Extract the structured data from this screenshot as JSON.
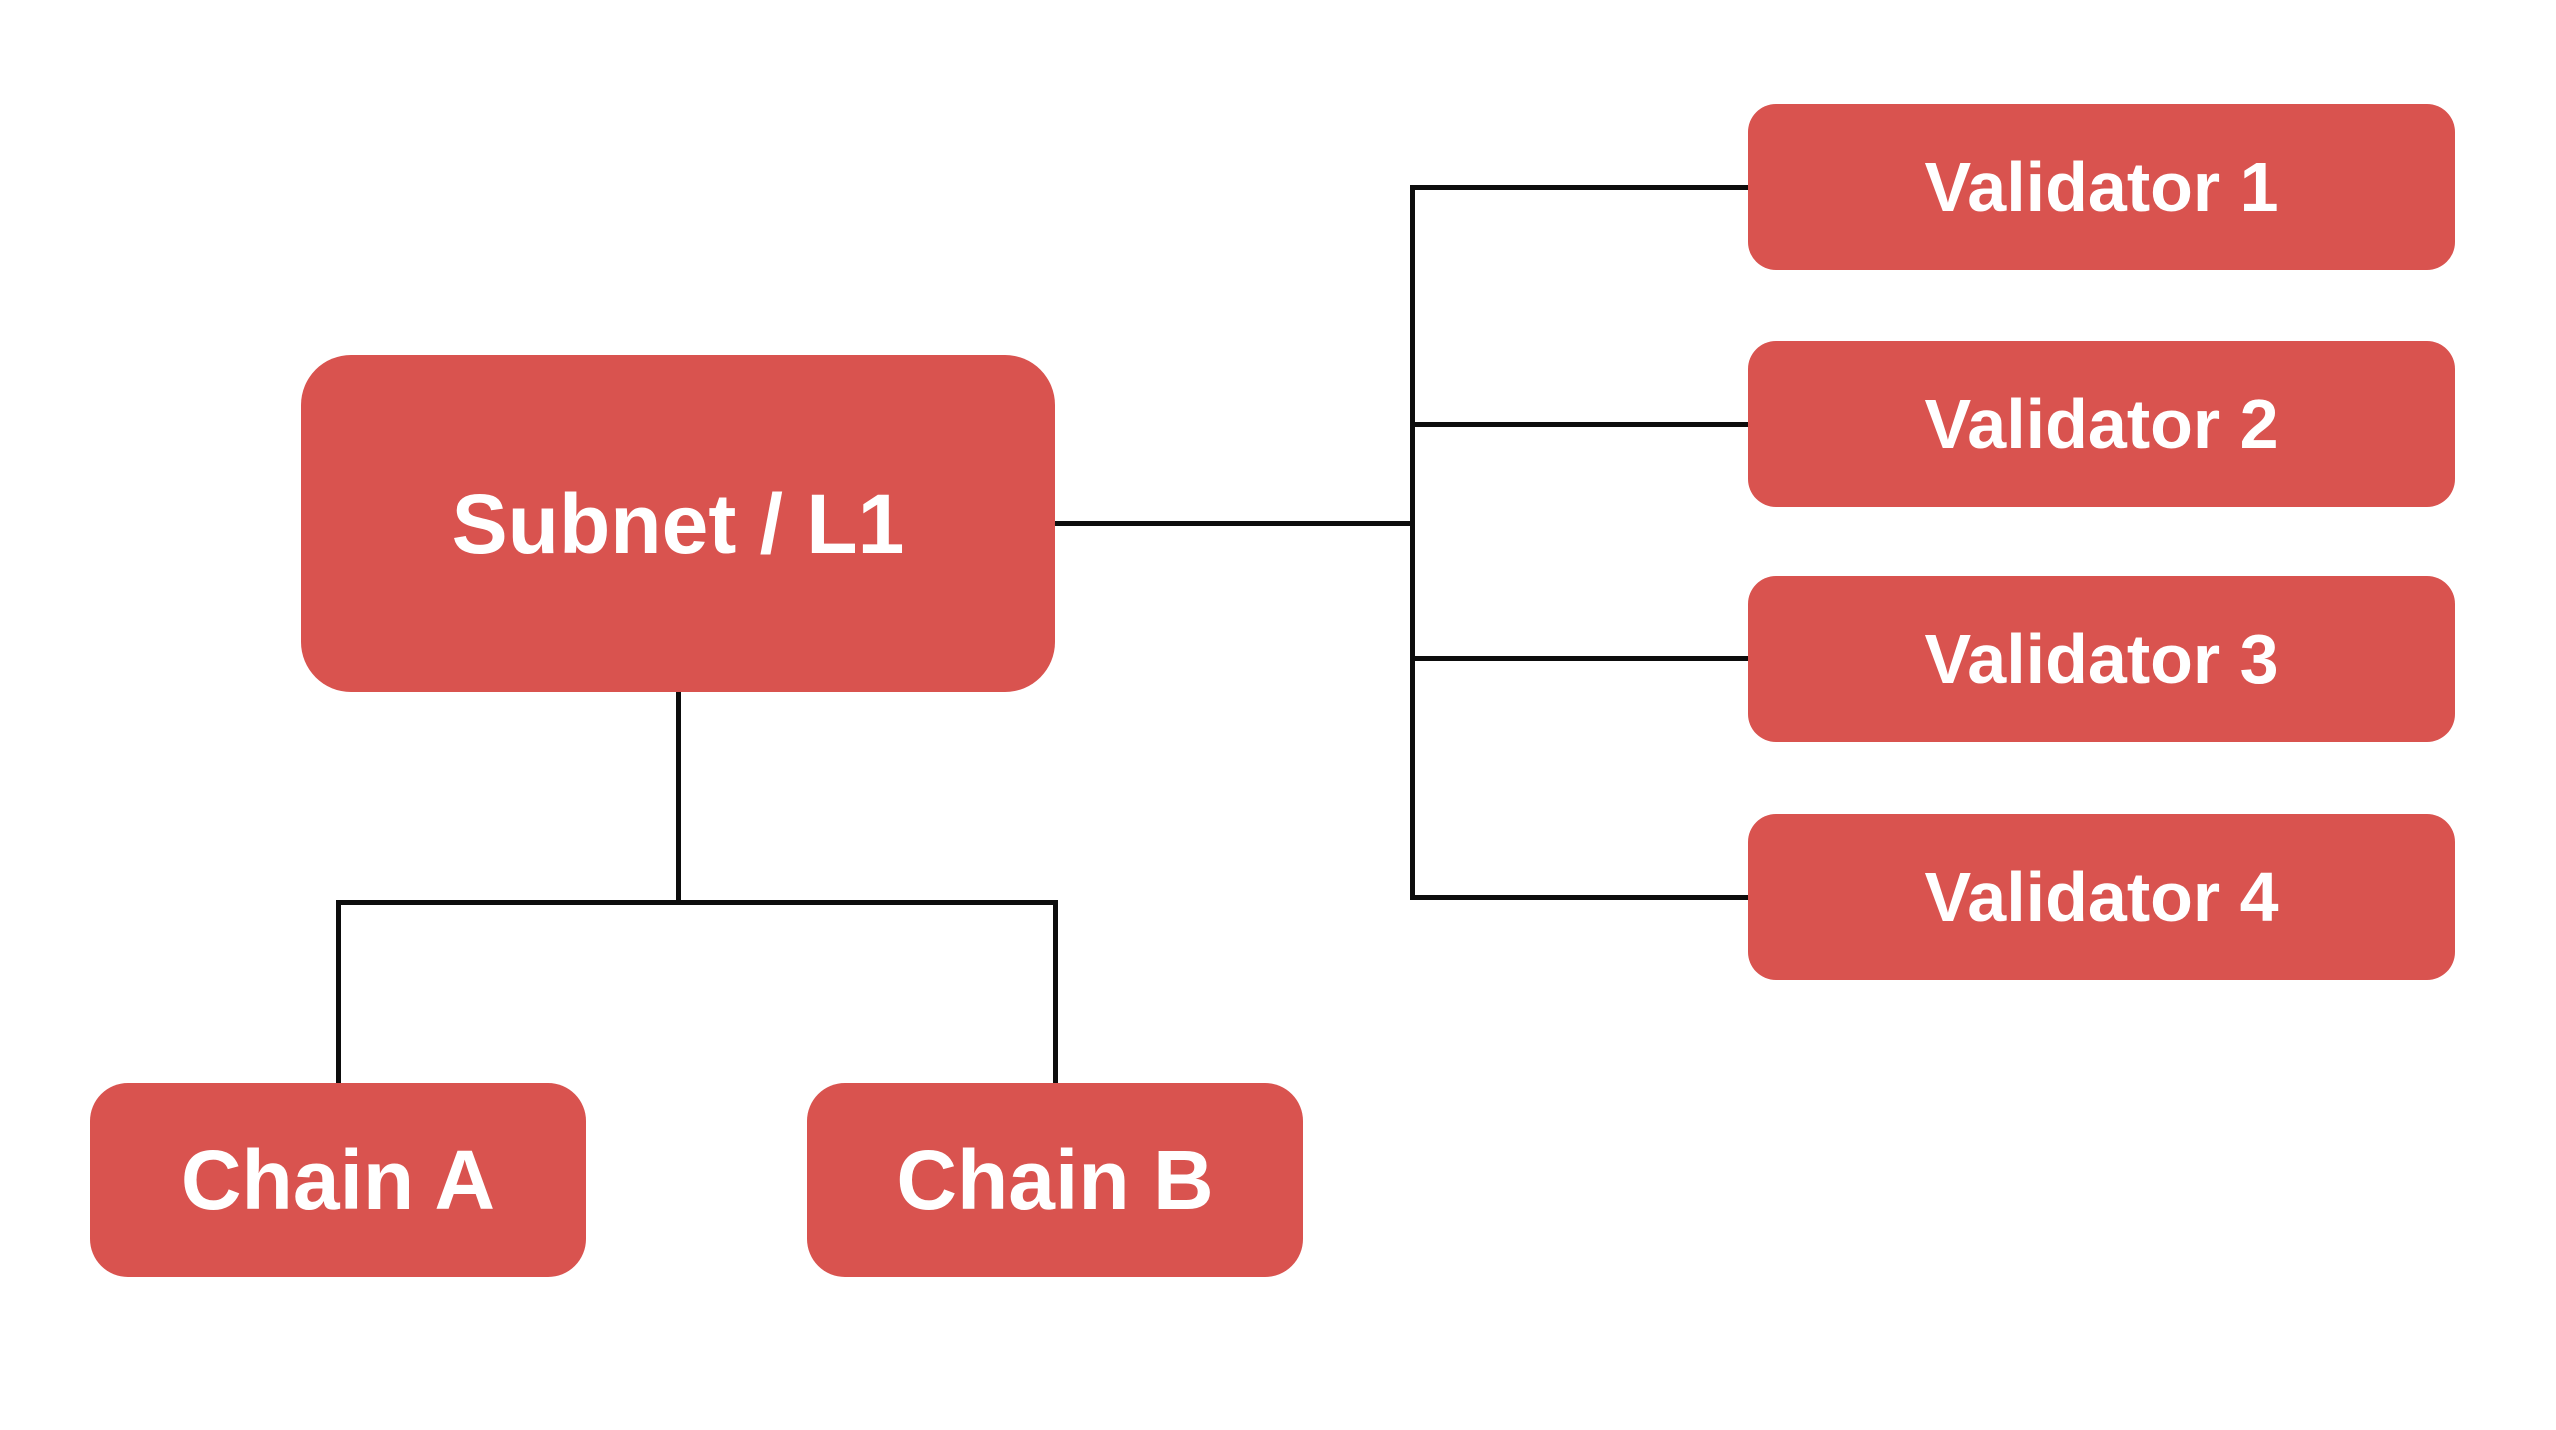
{
  "diagram": {
    "type": "hierarchy",
    "nodes": {
      "subnet": {
        "label": "Subnet / L1"
      },
      "validator_1": {
        "label": "Validator 1"
      },
      "validator_2": {
        "label": "Validator 2"
      },
      "validator_3": {
        "label": "Validator 3"
      },
      "validator_4": {
        "label": "Validator 4"
      },
      "chain_a": {
        "label": "Chain A"
      },
      "chain_b": {
        "label": "Chain B"
      }
    },
    "edges": [
      {
        "from": "Subnet / L1",
        "to": "Validator 1"
      },
      {
        "from": "Subnet / L1",
        "to": "Validator 2"
      },
      {
        "from": "Subnet / L1",
        "to": "Validator 3"
      },
      {
        "from": "Subnet / L1",
        "to": "Validator 4"
      },
      {
        "from": "Subnet / L1",
        "to": "Chain A"
      },
      {
        "from": "Subnet / L1",
        "to": "Chain B"
      }
    ],
    "colors": {
      "node_fill": "#d9534f",
      "node_text": "#ffffff",
      "connector": "#0d0d0d",
      "background": "#ffffff"
    }
  }
}
